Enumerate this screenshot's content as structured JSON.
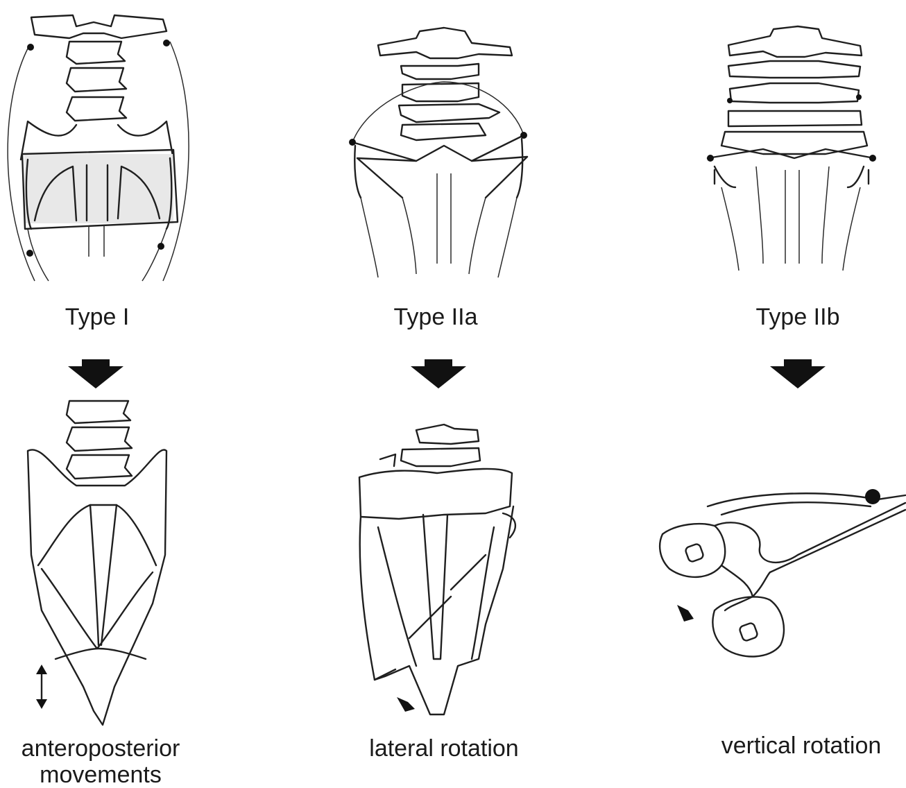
{
  "panels": [
    {
      "type_label": "Type I",
      "movement_label_line1": "anteroposterior",
      "movement_label_line2": "movements"
    },
    {
      "type_label": "Type IIa",
      "movement_label_line1": "lateral rotation",
      "movement_label_line2": ""
    },
    {
      "type_label": "Type IIb",
      "movement_label_line1": "vertical rotation",
      "movement_label_line2": ""
    }
  ]
}
